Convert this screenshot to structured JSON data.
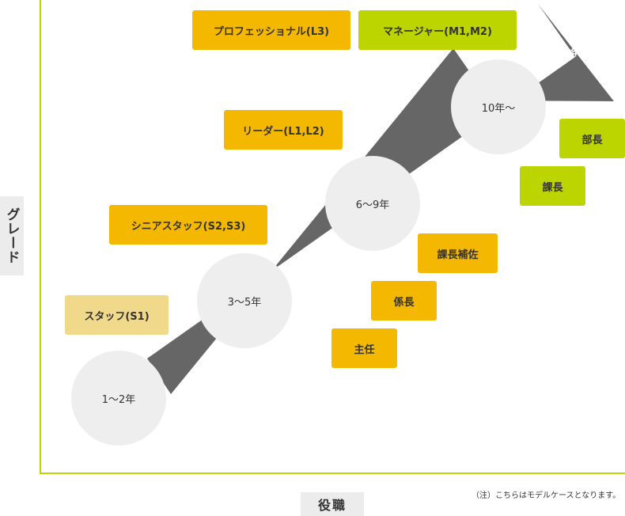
{
  "colors": {
    "axis": "#bcd400",
    "arrow": "#666666",
    "circle": "#eeeeee",
    "grade": "#f5b800",
    "grade_light": "#f0d98a",
    "post_green": "#bcd400"
  },
  "axes": {
    "y_label": "グレード",
    "x_label": "役職"
  },
  "arrow_label": "経験年数",
  "milestones": [
    "1〜2年",
    "3〜5年",
    "6〜9年",
    "10年〜"
  ],
  "grades": {
    "staff": "スタッフ(S1)",
    "senior": "シニアスタッフ(S2,S3)",
    "leader": "リーダー(L1,L2)",
    "professional": "プロフェッショナル(L3)",
    "manager": "マネージャー(M1,M2)"
  },
  "posts": {
    "shunin": "主任",
    "kakari": "係長",
    "kacho_hosa": "課長補佐",
    "kacho": "課長",
    "bucho": "部長"
  },
  "note": "（注）こちらはモデルケースとなります。"
}
